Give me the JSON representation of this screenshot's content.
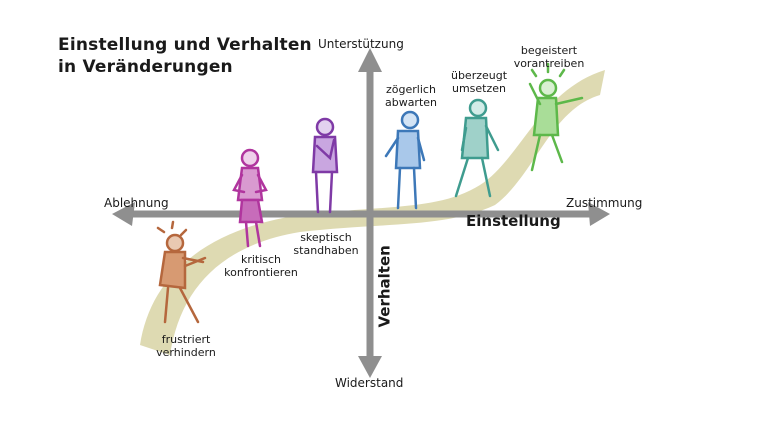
{
  "title": {
    "line1": "Einstellung und Verhalten",
    "line2": "in Veränderungen"
  },
  "axes": {
    "top": "Unterstützung",
    "bottom": "Widerstand",
    "left": "Ablehnung",
    "right": "Zustimmung",
    "horizontal_label": "Einstellung",
    "vertical_label": "Verhalten"
  },
  "stages": [
    {
      "line1": "frustriert",
      "line2": "verhindern",
      "color": "#b5673d"
    },
    {
      "line1": "kritisch",
      "line2": "konfrontieren",
      "color": "#b0359e"
    },
    {
      "line1": "skeptisch",
      "line2": "standhaben",
      "color": "#7f3aa6"
    },
    {
      "line1": "zögerlich",
      "line2": "abwarten",
      "color": "#3d78b8"
    },
    {
      "line1": "überzeugt",
      "line2": "umsetzen",
      "color": "#3f9c8f"
    },
    {
      "line1": "begeistert",
      "line2": "vorantreiben",
      "color": "#5db84a"
    }
  ],
  "colors": {
    "path": "#d8d3a4",
    "axis": "#8f8f8f"
  }
}
